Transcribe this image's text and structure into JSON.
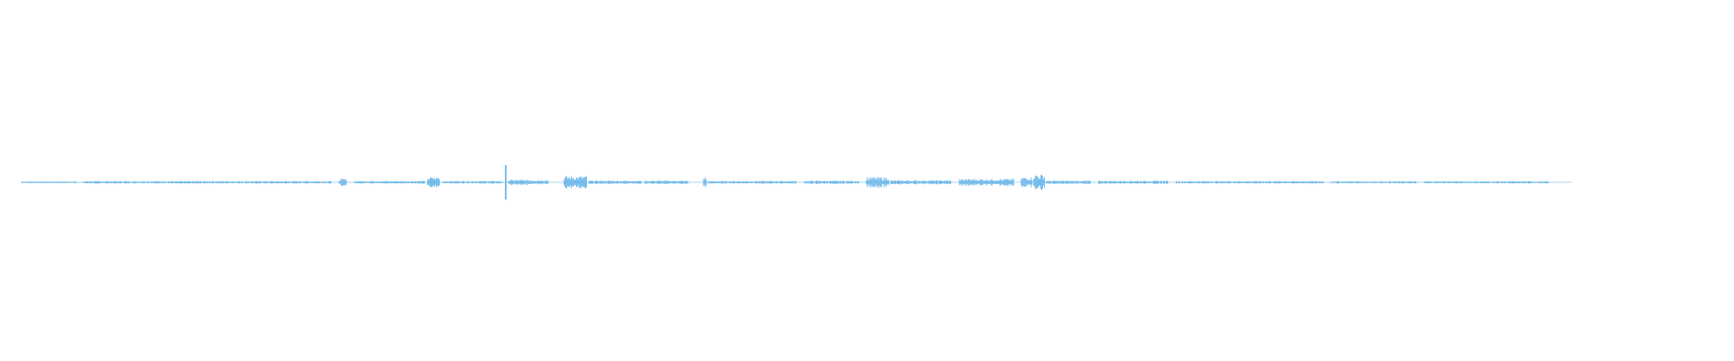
{
  "waveform": {
    "color": "#5aaee6",
    "background": "#ffffff",
    "sample_count": 0,
    "segments": [
      {
        "start": 0.0,
        "end": 0.035,
        "level": 0.05
      },
      {
        "start": 0.04,
        "end": 0.2,
        "level": 0.07
      },
      {
        "start": 0.205,
        "end": 0.21,
        "level": 0.2
      },
      {
        "start": 0.215,
        "end": 0.26,
        "level": 0.08
      },
      {
        "start": 0.262,
        "end": 0.27,
        "level": 0.3
      },
      {
        "start": 0.272,
        "end": 0.31,
        "level": 0.08
      },
      {
        "start": 0.312,
        "end": 0.313,
        "level": 1.0
      },
      {
        "start": 0.314,
        "end": 0.34,
        "level": 0.15
      },
      {
        "start": 0.35,
        "end": 0.365,
        "level": 0.35
      },
      {
        "start": 0.366,
        "end": 0.4,
        "level": 0.1
      },
      {
        "start": 0.402,
        "end": 0.43,
        "level": 0.1
      },
      {
        "start": 0.44,
        "end": 0.442,
        "level": 0.3
      },
      {
        "start": 0.443,
        "end": 0.5,
        "level": 0.08
      },
      {
        "start": 0.505,
        "end": 0.54,
        "level": 0.09
      },
      {
        "start": 0.545,
        "end": 0.56,
        "level": 0.3
      },
      {
        "start": 0.561,
        "end": 0.6,
        "level": 0.12
      },
      {
        "start": 0.605,
        "end": 0.64,
        "level": 0.2
      },
      {
        "start": 0.645,
        "end": 0.652,
        "level": 0.3
      },
      {
        "start": 0.653,
        "end": 0.66,
        "level": 0.45
      },
      {
        "start": 0.661,
        "end": 0.69,
        "level": 0.1
      },
      {
        "start": 0.695,
        "end": 0.74,
        "level": 0.09
      },
      {
        "start": 0.745,
        "end": 0.84,
        "level": 0.07
      },
      {
        "start": 0.845,
        "end": 0.9,
        "level": 0.06
      },
      {
        "start": 0.905,
        "end": 0.985,
        "level": 0.06
      }
    ]
  }
}
